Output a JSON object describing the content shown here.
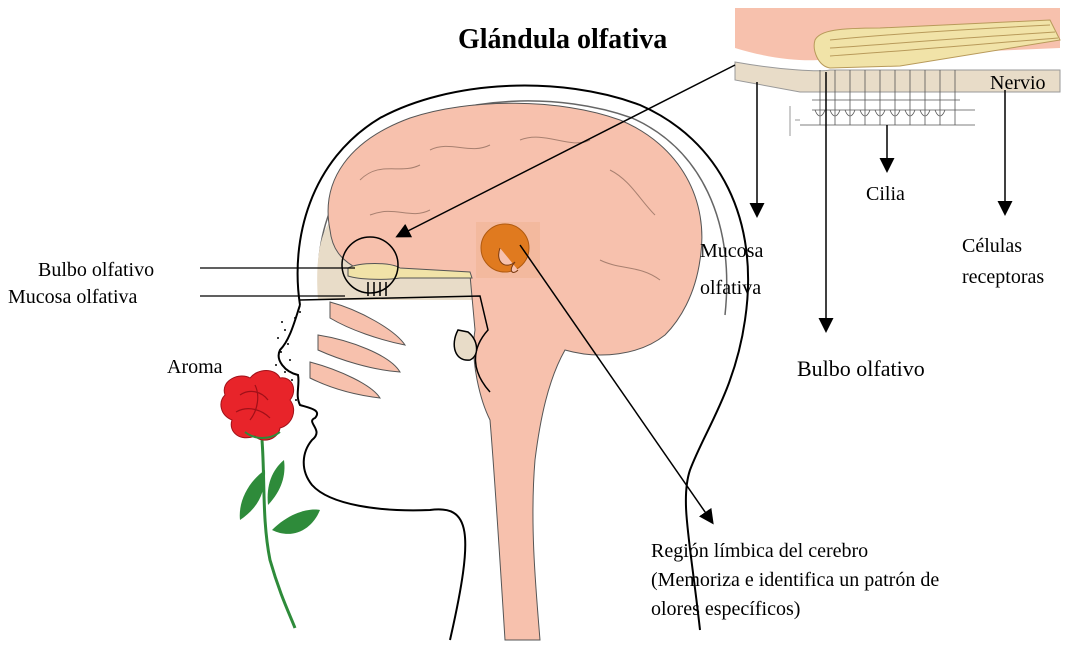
{
  "title": "Glándula olfativa",
  "labels": {
    "nervio": "Nervio",
    "cilia": "Cilia",
    "mucosa_detail_line1": "Mucosa",
    "mucosa_detail_line2": "olfativa",
    "celulas_line1": "Células",
    "celulas_line2": "receptoras",
    "bulbo_detail": "Bulbo olfativo",
    "bulbo_left": "Bulbo olfativo",
    "mucosa_left": "Mucosa olfativa",
    "aroma": "Aroma",
    "limbica_line1": "Región límbica del cerebro",
    "limbica_line2": "(Memoriza e identifica un patrón de",
    "limbica_line3": "olores específicos)"
  },
  "colors": {
    "brain": "#f7c1ad",
    "tissue": "#e8dcc8",
    "bulb": "#f1e3a8",
    "rose": "#e8242a",
    "stem": "#2e8b3a",
    "limbic": "#e07a1f"
  }
}
